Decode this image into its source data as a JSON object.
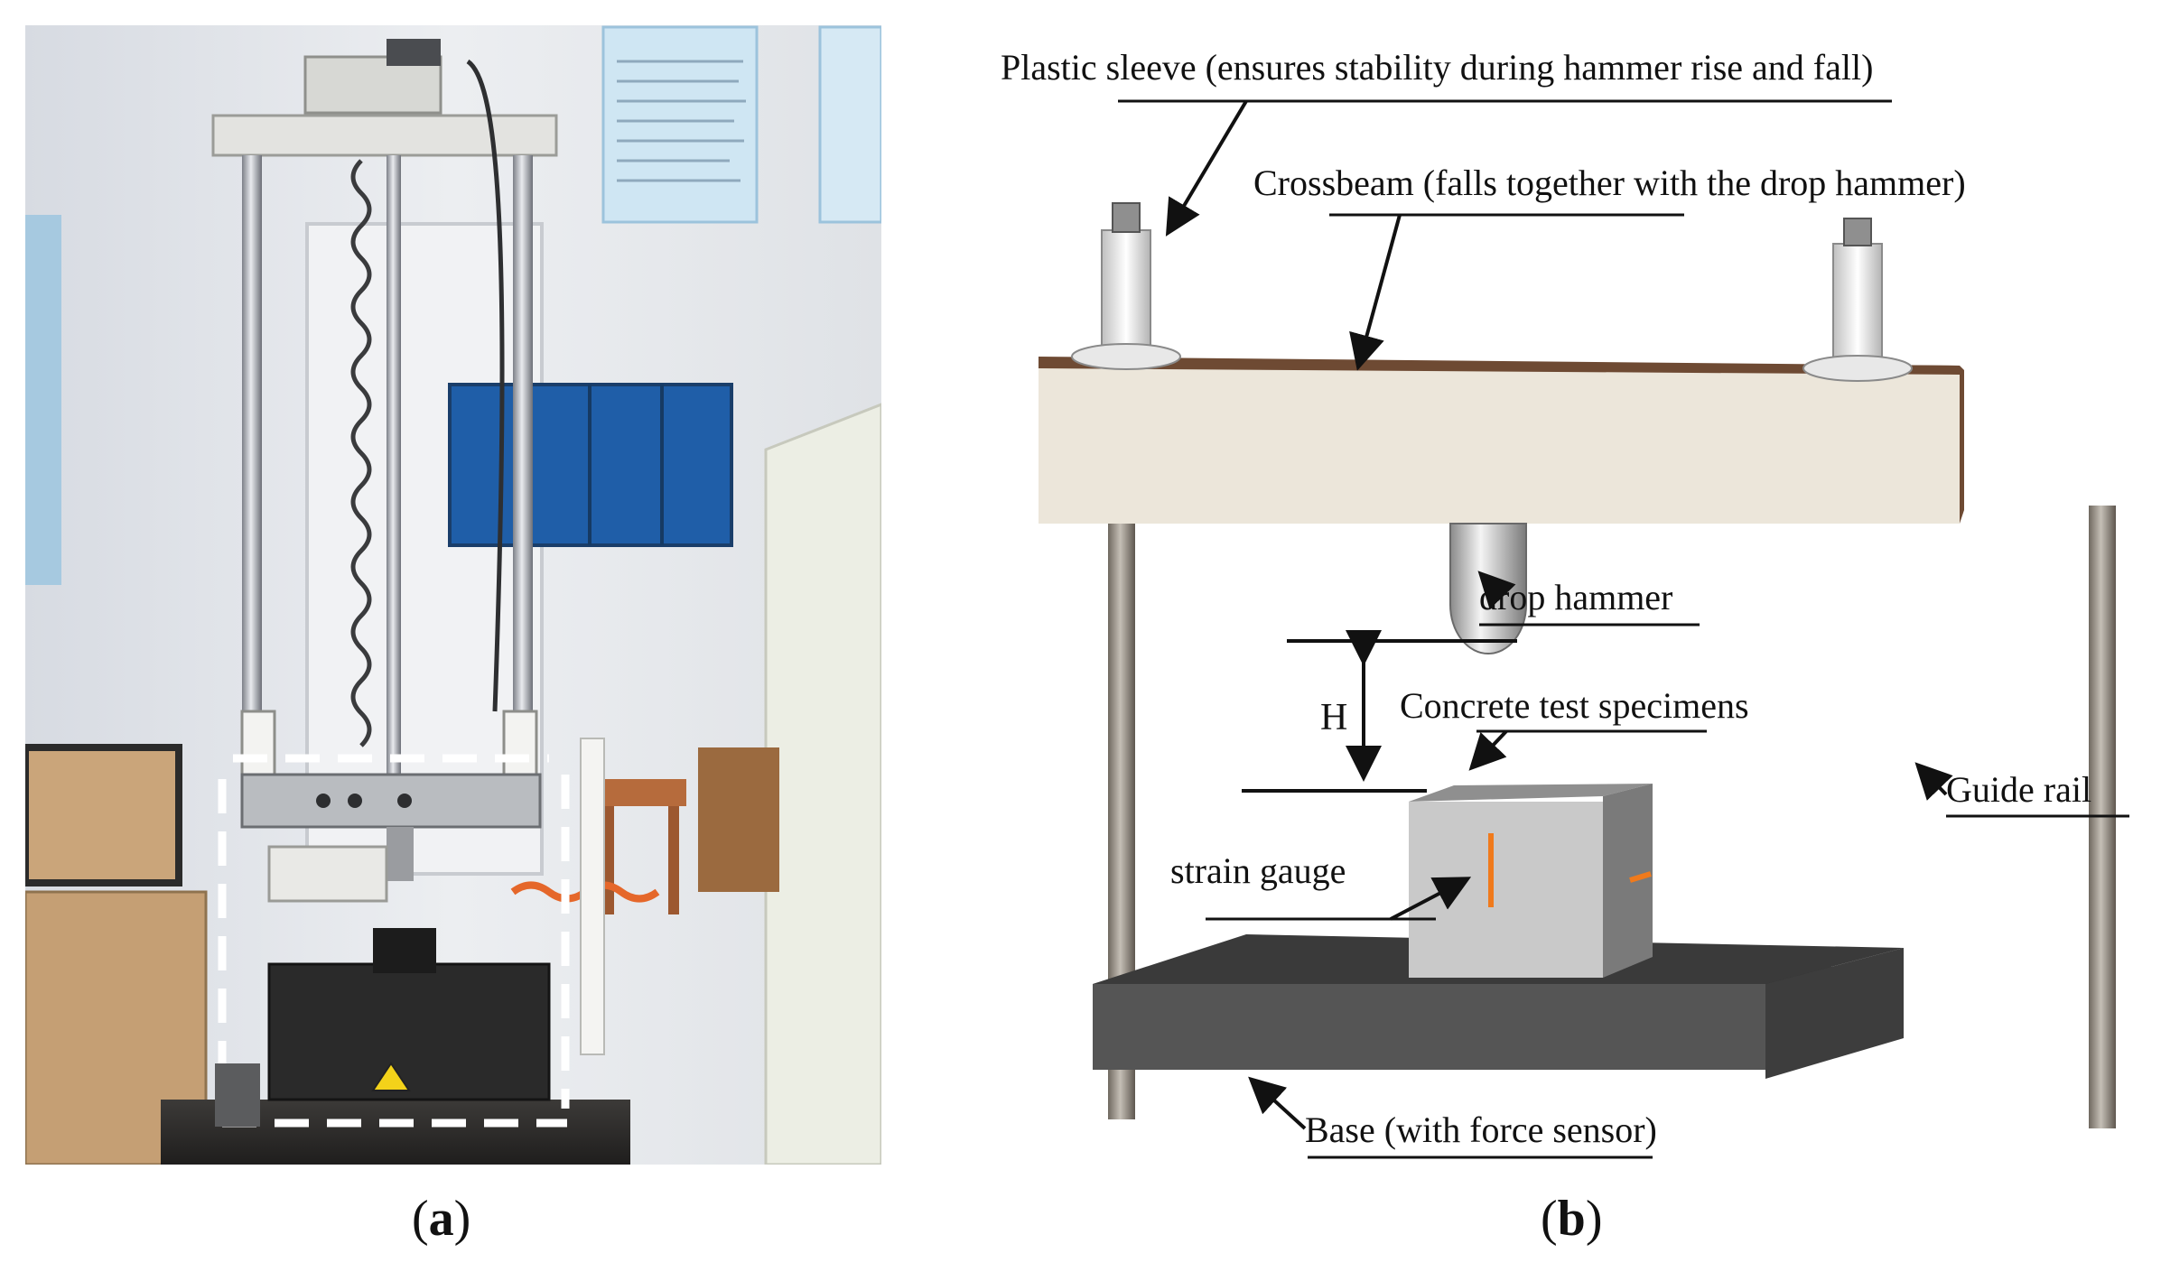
{
  "panel_a": {
    "caption_open": "(",
    "caption_letter": "a",
    "caption_close": ")"
  },
  "panel_b": {
    "caption_open": "(",
    "caption_letter": "b",
    "caption_close": ")",
    "labels": {
      "plastic_sleeve": "Plastic sleeve (ensures stability during hammer rise and fall)",
      "crossbeam": "Crossbeam (falls together with the drop hammer)",
      "drop_hammer": "drop hammer",
      "height": "H",
      "specimen": "Concrete test specimens",
      "guide_rail": "Guide rail",
      "strain_gauge": "strain gauge",
      "base": "Base (with force sensor)"
    }
  },
  "colors": {
    "crossbeam_face": "#ece6da",
    "crossbeam_top": "#6e4a33",
    "base": "#4f4f4f",
    "specimen": "#c9c9c9",
    "strain_gauge": "#f07a1c",
    "rail": "#8c8377",
    "photo_wall": "#e4e6ea"
  }
}
